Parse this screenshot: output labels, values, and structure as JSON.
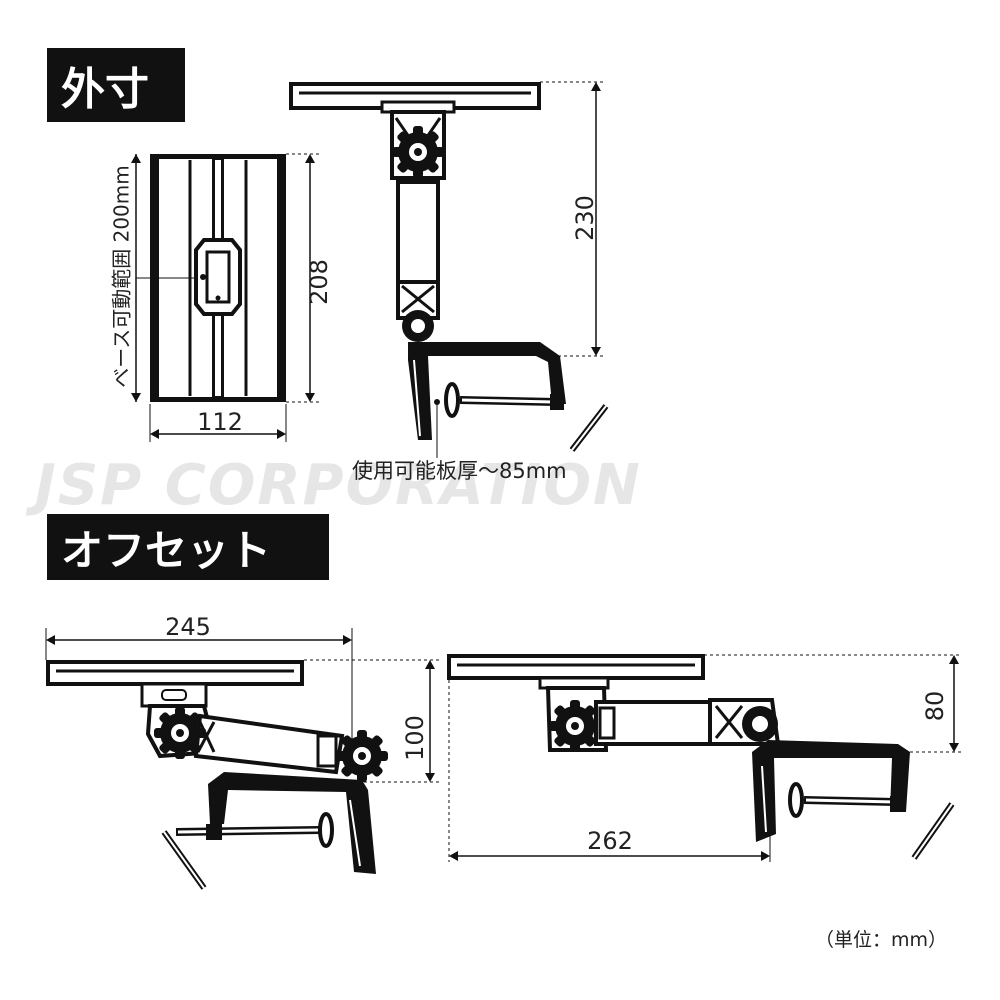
{
  "sections": {
    "outer_dimensions": "外寸",
    "offset": "オフセット"
  },
  "labels": {
    "base_range": "ベース可動範囲 200mm",
    "dim_208": "208",
    "dim_112": "112",
    "dim_230": "230",
    "board_thickness": "使用可能板厚～85mm",
    "dim_245": "245",
    "dim_100": "100",
    "dim_262": "262",
    "dim_80": "80",
    "unit": "（単位：mm）"
  },
  "watermark": "JSP CORPORATION",
  "colors": {
    "ink": "#111111",
    "badge_bg": "#111111",
    "badge_text": "#ffffff",
    "watermark": "#e6e6e6"
  }
}
